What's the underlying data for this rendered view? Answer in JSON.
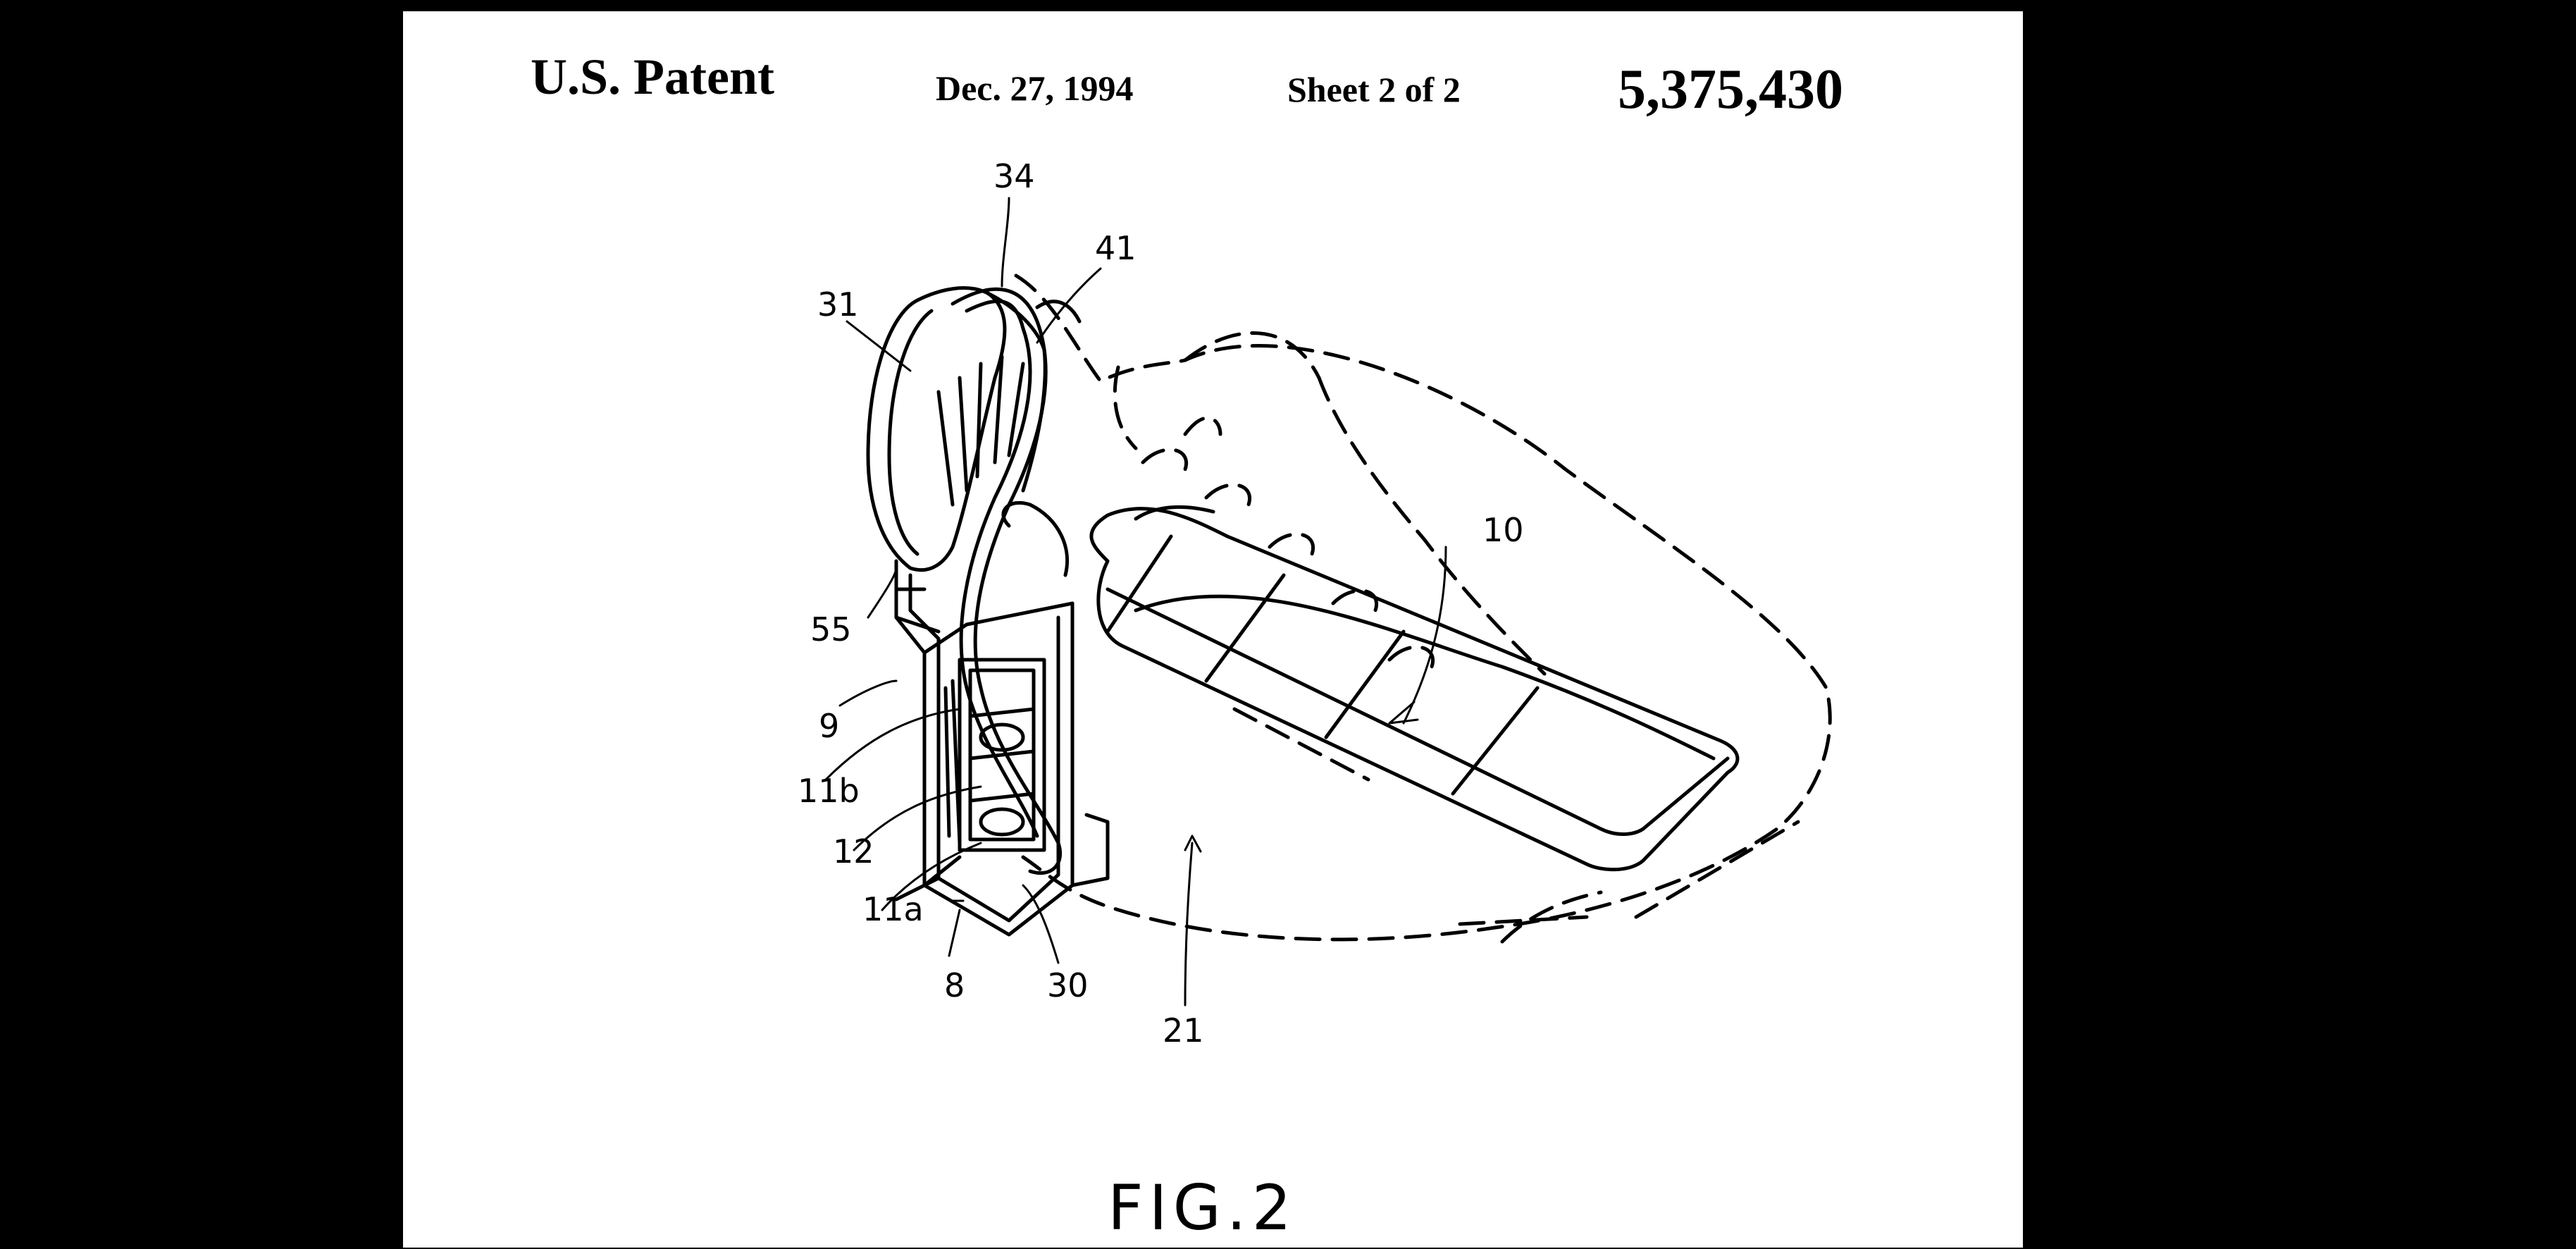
{
  "header": {
    "title": "U.S. Patent",
    "date": "Dec. 27, 1994",
    "sheet": "Sheet 2 of 2",
    "patent_number": "5,375,430"
  },
  "figure": {
    "caption": "FIG.2"
  },
  "labels": {
    "l34": "34",
    "l41": "41",
    "l31": "31",
    "l10": "10",
    "l55": "55",
    "l9": "9",
    "l11b": "11b",
    "l12": "12",
    "l11a": "11a",
    "l8": "8",
    "l30": "30",
    "l21": "21"
  }
}
